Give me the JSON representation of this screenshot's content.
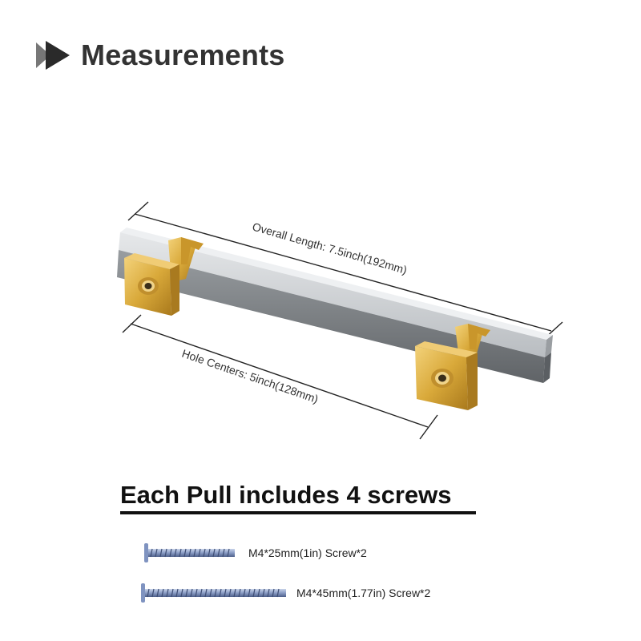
{
  "header": {
    "title": "Measurements",
    "icon": "play-arrow-icon"
  },
  "diagram": {
    "overall_length_label": "Overall Length: 7.5inch(192mm)",
    "hole_centers_label": "Hole Centers: 5inch(128mm)"
  },
  "screws": {
    "heading": "Each Pull includes 4 screws",
    "items": [
      {
        "label": "M4*25mm(1in) Screw*2"
      },
      {
        "label": "M4*45mm(1.77in) Screw*2"
      }
    ]
  },
  "colors": {
    "bar": "#b8bcc0",
    "brass": "#d9a93a",
    "text": "#333333",
    "screw": "#8a9cc4"
  }
}
